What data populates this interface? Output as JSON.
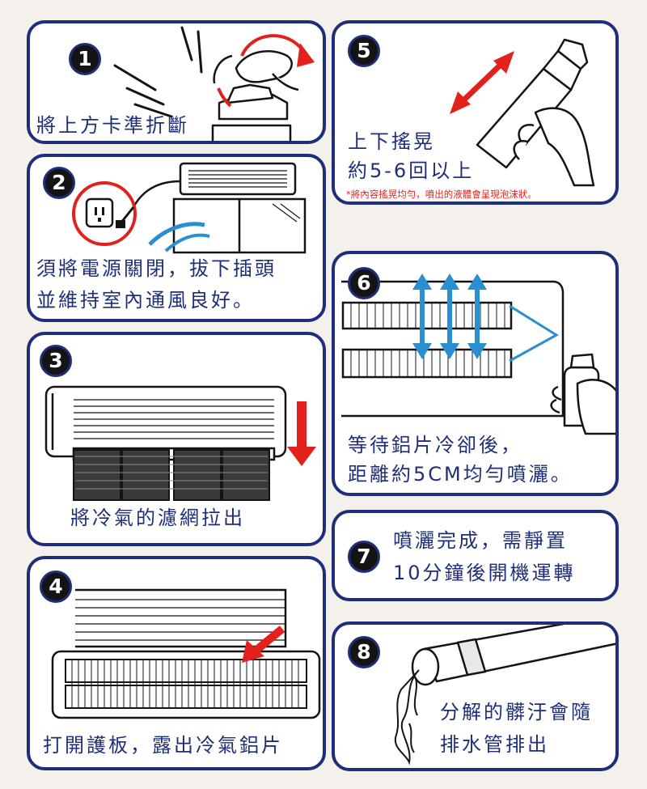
{
  "steps": [
    {
      "number": "1",
      "lines": [
        "將上方卡準折斷"
      ]
    },
    {
      "number": "2",
      "lines": [
        "須將電源關閉，拔下插頭",
        "並維持室內通風良好。"
      ]
    },
    {
      "number": "3",
      "lines": [
        "將冷氣的濾網拉出"
      ]
    },
    {
      "number": "4",
      "lines": [
        "打開護板，露出冷氣鋁片"
      ]
    },
    {
      "number": "5",
      "lines": [
        "上下搖晃",
        "約5-6回以上"
      ],
      "note": "*將內容搖晃均勻，噴出的液體會呈現泡沫狀。"
    },
    {
      "number": "6",
      "lines": [
        "等待鋁片冷卻後，",
        "距離約5CM均勻噴灑。"
      ]
    },
    {
      "number": "7",
      "lines": [
        "噴灑完成，需靜置",
        "10分鐘後開機運轉"
      ]
    },
    {
      "number": "8",
      "lines": [
        "分解的髒汙會隨",
        "排水管排出"
      ]
    }
  ],
  "colors": {
    "frame": "#1e2e7a",
    "text": "#1e2e7a",
    "arrow_red": "#e3211c",
    "arrow_blue": "#2a8fd0",
    "badge": "#141414"
  }
}
